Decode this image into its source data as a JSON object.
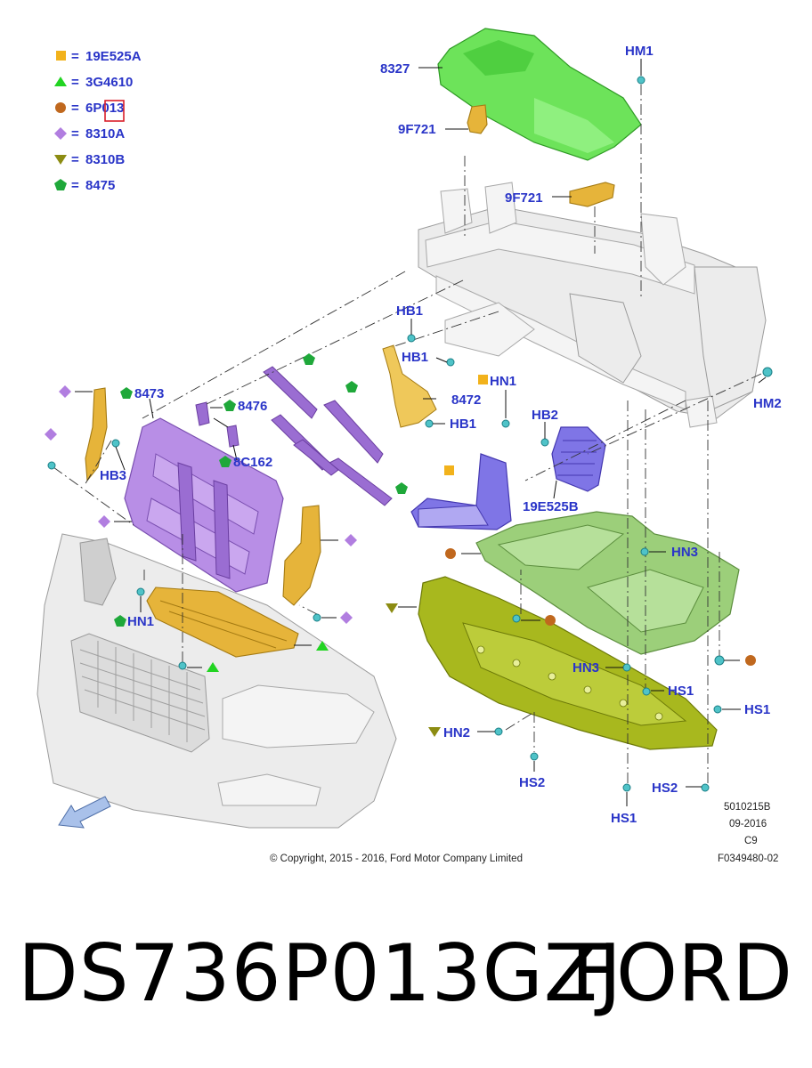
{
  "legend": [
    {
      "symbol": "square",
      "color": "#f2b21b",
      "code": "19E525A"
    },
    {
      "symbol": "triangle-up",
      "color": "#22d422",
      "code": "3G4610"
    },
    {
      "symbol": "circle",
      "color": "#c0681e",
      "code": "6P013"
    },
    {
      "symbol": "diamond",
      "color": "#b17ee0",
      "code": "8310A"
    },
    {
      "symbol": "triangle-down",
      "color": "#8c8c12",
      "code": "8310B"
    },
    {
      "symbol": "pentagon",
      "color": "#1fa83a",
      "code": "8475"
    }
  ],
  "legend_eq": "=",
  "callouts": {
    "c8327": "8327",
    "hm1": "HM1",
    "f9721a": "9F721",
    "f9721b": "9F721",
    "hb1a": "HB1",
    "hb1b": "HB1",
    "hb1c": "HB1",
    "hb2": "HB2",
    "hb3": "HB3",
    "hn1a": "HN1",
    "hn1b": "HN1",
    "hn2": "HN2",
    "hn3a": "HN3",
    "hn3b": "HN3",
    "hm2": "HM2",
    "hs1a": "HS1",
    "hs1b": "HS1",
    "hs1c": "HS1",
    "hs2a": "HS2",
    "hs2b": "HS2",
    "c8473": "8473",
    "c8476": "8476",
    "c8c162": "8C162",
    "c8472": "8472",
    "c19e525b": "19E525B"
  },
  "meta": {
    "code": "5010215B",
    "date": "09-2016",
    "rev": "C9",
    "ref": "F0349480-02",
    "copyright": "© Copyright, 2015 - 2016, Ford Motor Company Limited"
  },
  "caption": {
    "part_number": "DS736P013GZJ",
    "brand": "FORD"
  },
  "colors": {
    "callout": "#2a35c8",
    "highlight_box": "#d81e2a"
  },
  "icons": [
    "front-direction-arrow-icon",
    "fastener-clip-icon"
  ]
}
